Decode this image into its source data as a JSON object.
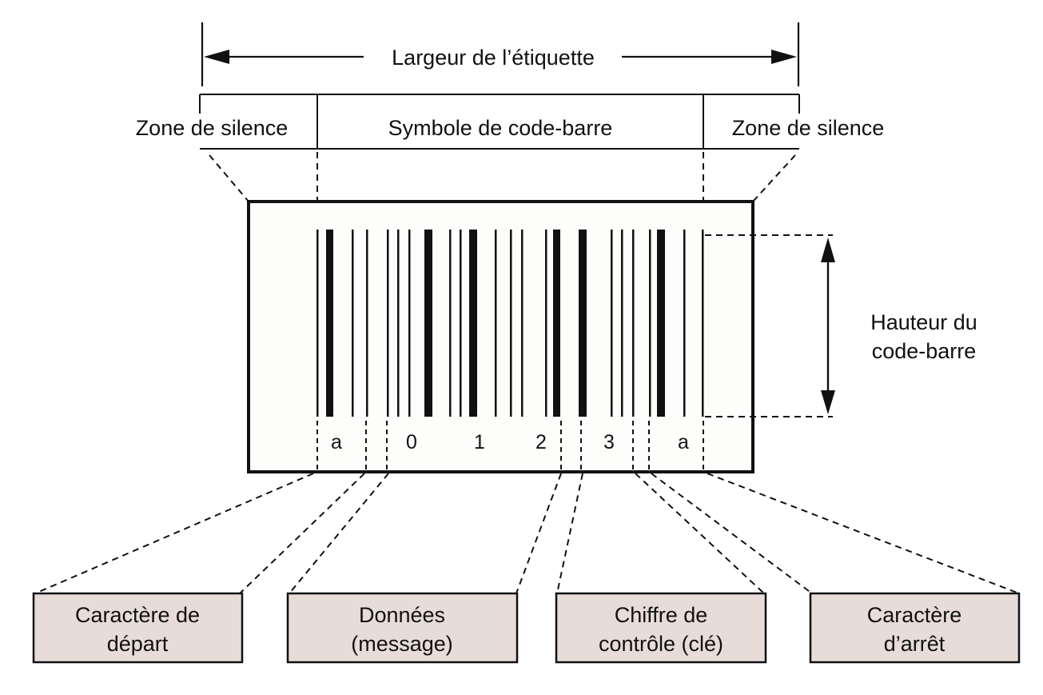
{
  "labels": {
    "label_width": "Largeur de l’étiquette",
    "quiet_zone_left": "Zone de silence",
    "barcode_symbol": "Symbole de code-barre",
    "quiet_zone_right": "Zone de silence",
    "barcode_height_line1": "Hauteur du",
    "barcode_height_line2": "code-barre"
  },
  "characters": [
    "a",
    "0",
    "1",
    "2",
    "3",
    "a"
  ],
  "boxes": [
    {
      "line1": "Caractère de",
      "line2": "départ"
    },
    {
      "line1": "Données",
      "line2": "(message)"
    },
    {
      "line1": "Chiffre de",
      "line2": "contrôle (clé)"
    },
    {
      "line1": "Caractère",
      "line2": "d’arrêt"
    }
  ],
  "colors": {
    "box_fill": "#e8dcd8",
    "ink": "#111111",
    "barcode_background": "#fdfdfb"
  }
}
